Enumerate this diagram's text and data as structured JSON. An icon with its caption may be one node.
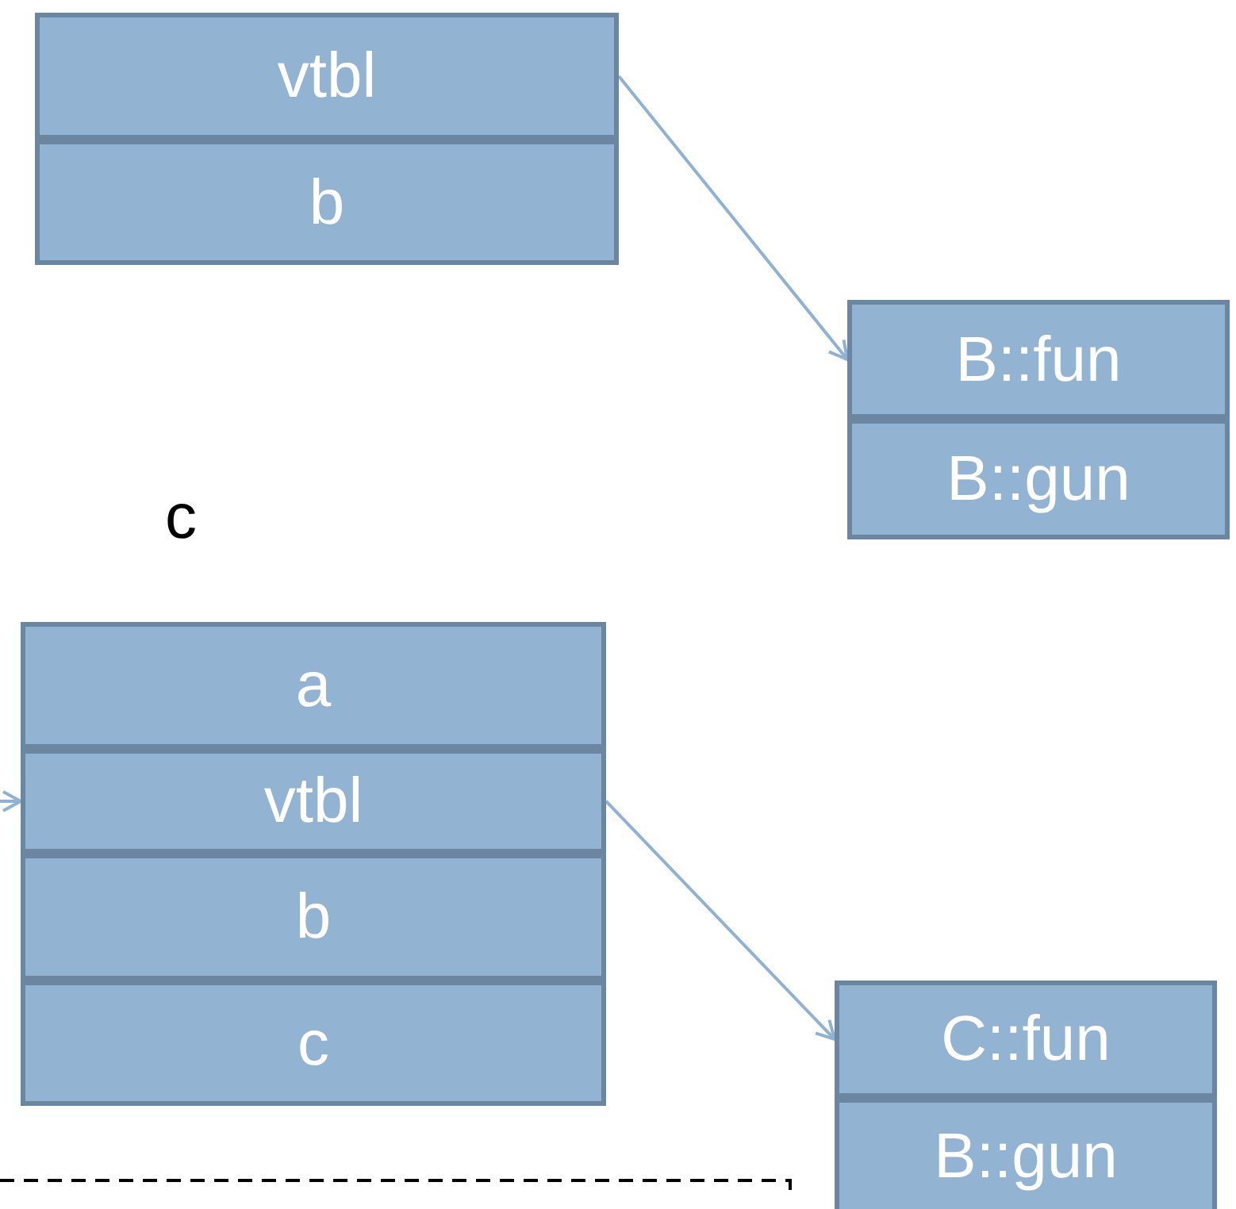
{
  "diagram": {
    "nodes": [
      {
        "text": [
          "vtbl"
        ]
      },
      {
        "text": [
          "b"
        ]
      },
      {
        "text": [
          "B::fun"
        ]
      },
      {
        "text": [
          "B::gun"
        ]
      },
      {
        "text": [
          "a"
        ]
      },
      {
        "text": [
          "vtbl"
        ]
      },
      {
        "text": [
          "b"
        ]
      },
      {
        "text": [
          "c"
        ]
      },
      {
        "text": [
          "C::fun"
        ]
      },
      {
        "text": [
          "B::gun"
        ]
      }
    ],
    "edges": [
      {
        "from": 0,
        "to": 2,
        "arrow": "to"
      },
      {
        "from": null,
        "to": 5,
        "arrow": "to"
      },
      {
        "from": 5,
        "to": 8,
        "arrow": "to"
      }
    ],
    "labels": [
      "c"
    ]
  }
}
